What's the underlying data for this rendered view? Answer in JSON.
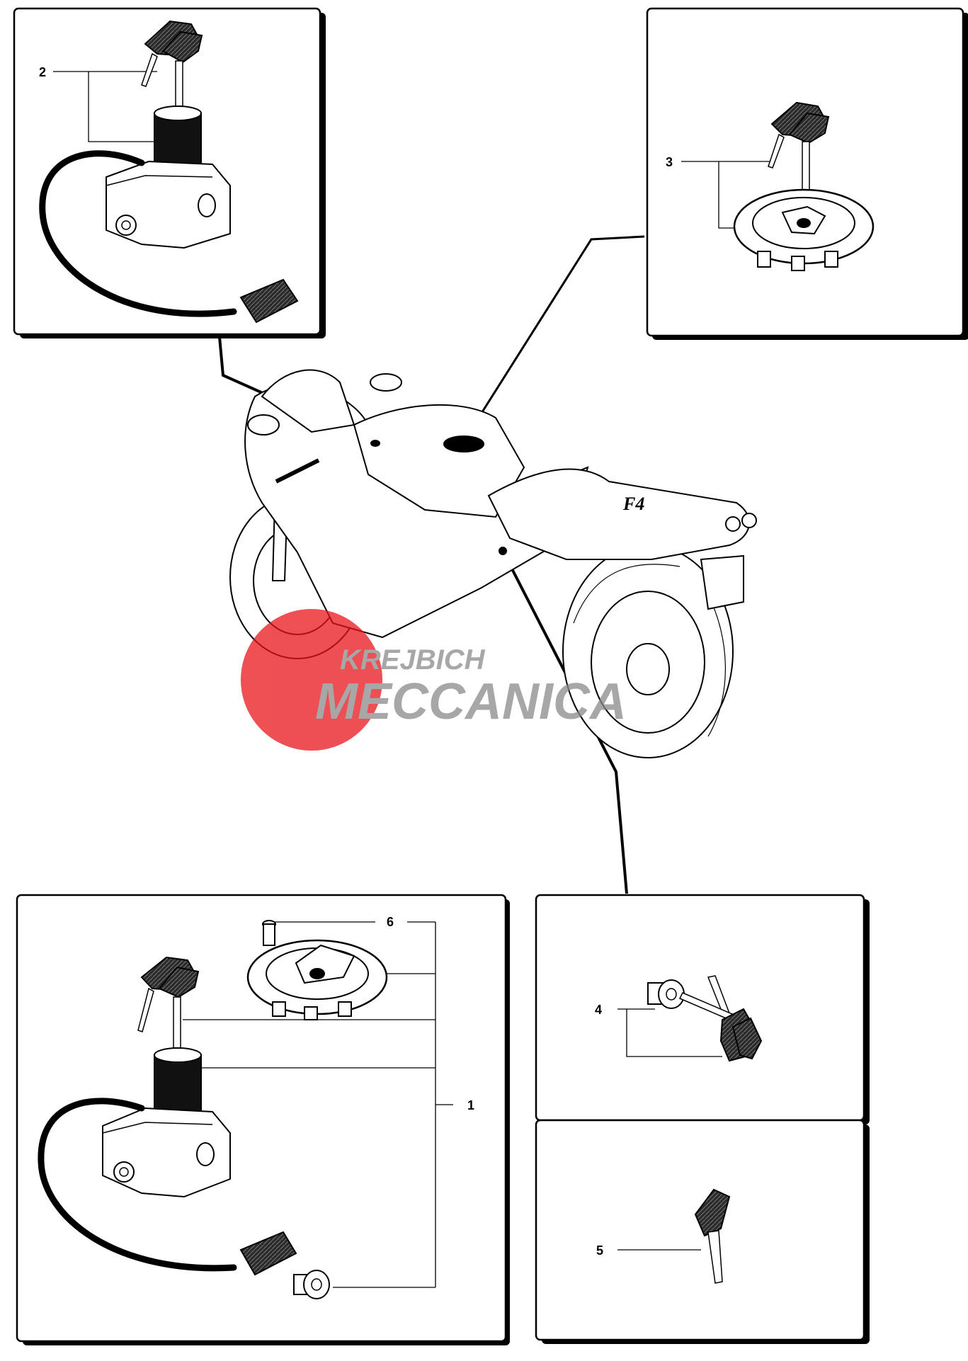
{
  "callouts": {
    "c1": "1",
    "c2": "2",
    "c3": "3",
    "c4": "4",
    "c5": "5",
    "c6": "6"
  },
  "tank_badge": "F4",
  "watermark": {
    "line1": "KREJBICH",
    "line2": "MECCANICA",
    "mark_color": "#e8151b",
    "text_color": "#8a8a8a"
  }
}
